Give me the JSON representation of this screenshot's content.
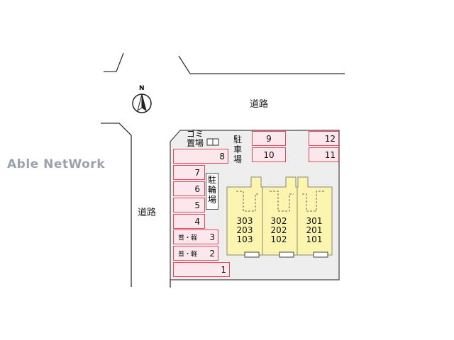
{
  "roads": {
    "north_label": "道路",
    "west_label": "道路"
  },
  "watermark": "Able NetWork",
  "compass": {
    "label": "N"
  },
  "trash": {
    "label": "ゴミ置場"
  },
  "parking": {
    "label": "駐車場",
    "west_lots": [
      {
        "num": "8",
        "tag": ""
      },
      {
        "num": "7",
        "tag": ""
      },
      {
        "num": "6",
        "tag": ""
      },
      {
        "num": "5",
        "tag": ""
      },
      {
        "num": "4",
        "tag": ""
      },
      {
        "num": "3",
        "tag": "普・軽"
      },
      {
        "num": "2",
        "tag": "普・軽"
      },
      {
        "num": "1",
        "tag": ""
      }
    ],
    "north_lots": [
      {
        "num": "9"
      },
      {
        "num": "10"
      },
      {
        "num": "12"
      },
      {
        "num": "11"
      }
    ]
  },
  "bicycle": {
    "label": "駐輪場"
  },
  "building": {
    "units": [
      {
        "rooms": [
          "303",
          "203",
          "103"
        ]
      },
      {
        "rooms": [
          "302",
          "202",
          "102"
        ]
      },
      {
        "rooms": [
          "301",
          "201",
          "101"
        ]
      }
    ],
    "colors": {
      "fill": "#fbf5b0",
      "stroke": "#8a8a6a"
    }
  },
  "colors": {
    "lot_fill": "#fbe7ec",
    "lot_stroke": "#e4485f",
    "site_fill": "#eeeeee",
    "road_line": "#333333"
  }
}
